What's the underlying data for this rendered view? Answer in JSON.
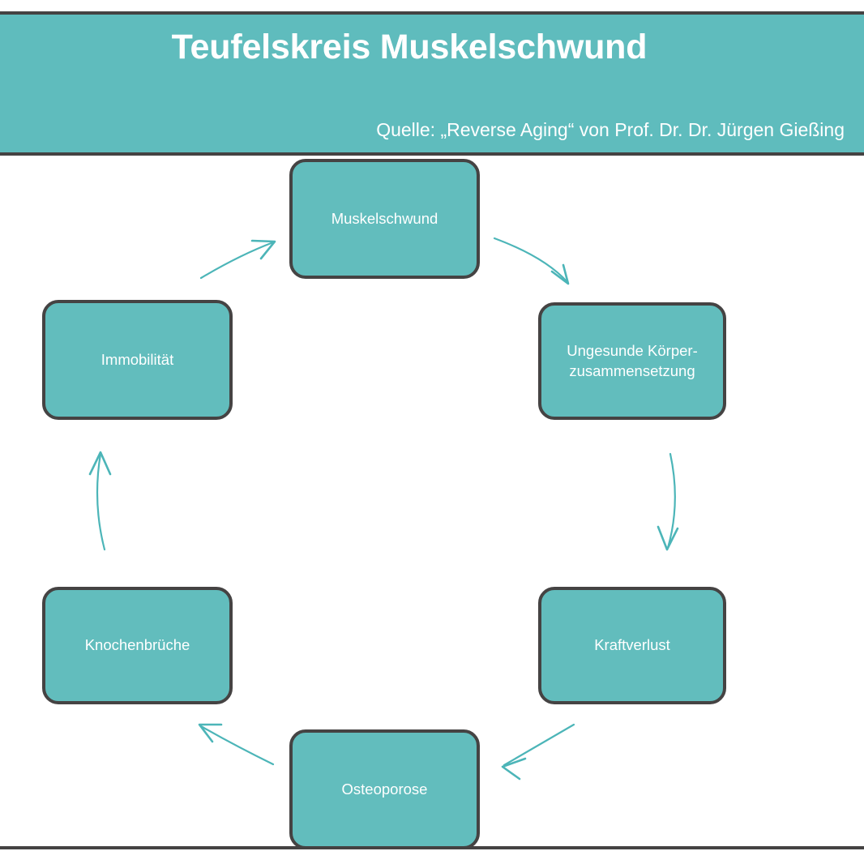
{
  "header": {
    "title": "Teufelskreis Muskelschwund",
    "subtitle": "Quelle: „Reverse Aging“ von Prof. Dr. Dr. Jürgen Gießing",
    "band_color": "#5fbcbd",
    "text_color": "#ffffff",
    "rule_color": "#444242"
  },
  "diagram": {
    "type": "cycle",
    "node_fill": "#62bdbd",
    "node_border": "#454343",
    "node_text_color": "#ffffff",
    "arrow_color": "#4cb5b8",
    "nodes": [
      {
        "id": "muskelschwund",
        "label": "Muskelschwund",
        "position": "top"
      },
      {
        "id": "koerper",
        "label": "Ungesunde Körper-\nzusammensetzung",
        "position": "right-upper"
      },
      {
        "id": "kraftverlust",
        "label": "Kraftverlust",
        "position": "right-lower"
      },
      {
        "id": "osteoporose",
        "label": "Osteoporose",
        "position": "bottom"
      },
      {
        "id": "knochenbrueche",
        "label": "Knochenbrüche",
        "position": "left-lower"
      },
      {
        "id": "immobilitaet",
        "label": "Immobilität",
        "position": "left-upper"
      }
    ],
    "edges": [
      {
        "from": "muskelschwund",
        "to": "koerper"
      },
      {
        "from": "koerper",
        "to": "kraftverlust"
      },
      {
        "from": "kraftverlust",
        "to": "osteoporose"
      },
      {
        "from": "osteoporose",
        "to": "knochenbrueche"
      },
      {
        "from": "knochenbrueche",
        "to": "immobilitaet"
      },
      {
        "from": "immobilitaet",
        "to": "muskelschwund"
      }
    ]
  }
}
